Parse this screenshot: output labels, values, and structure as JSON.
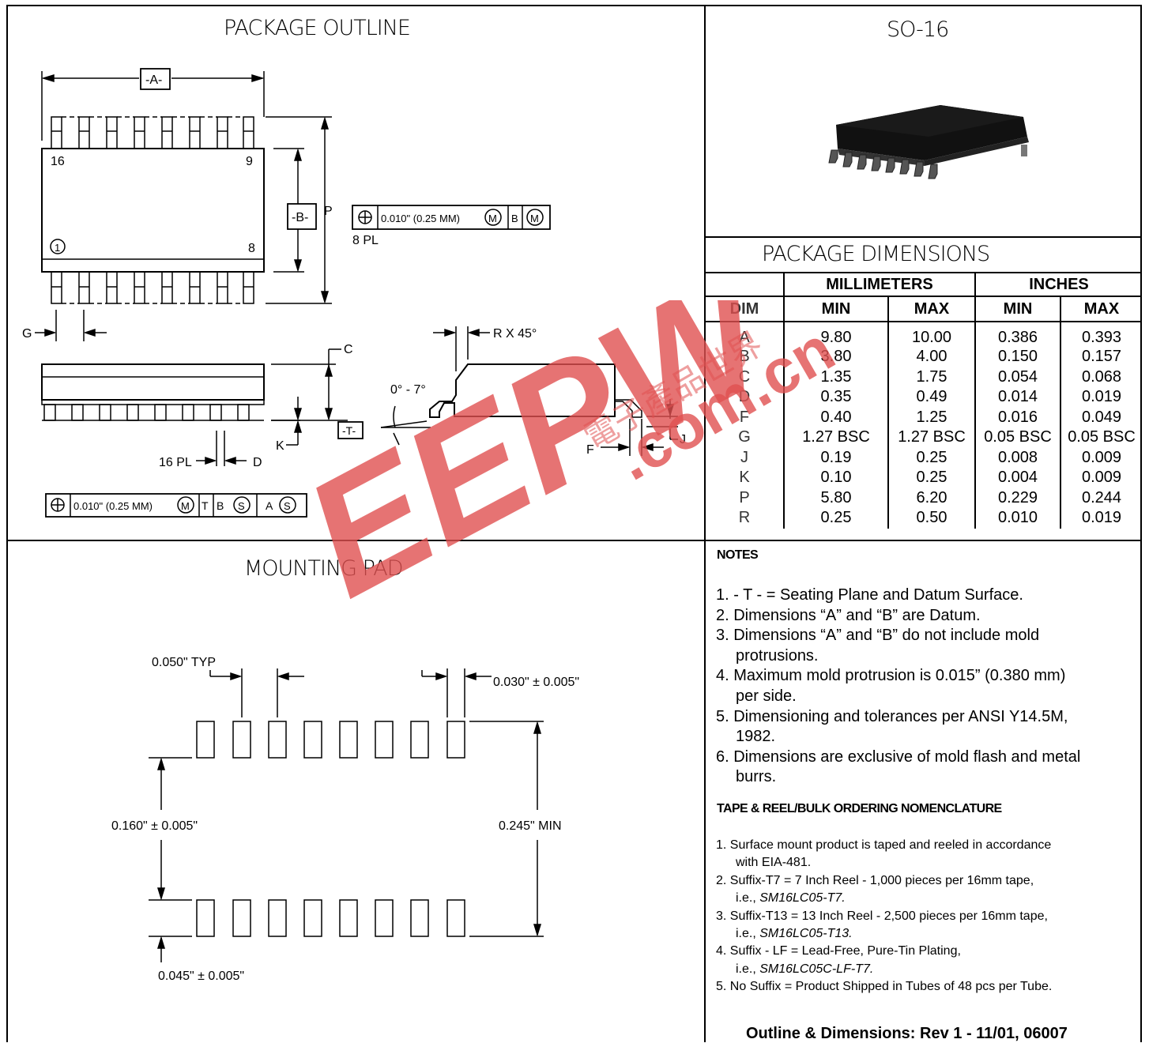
{
  "sections": {
    "package_outline": "PACKAGE OUTLINE",
    "package_name": "SO-16",
    "package_dimensions": "PACKAGE DIMENSIONS",
    "mounting_pad": "MOUNTING PAD"
  },
  "outline_labels": {
    "datum_a": "-A-",
    "datum_b": "-B-",
    "datum_t": "-T-",
    "pin16": "16",
    "pin9": "9",
    "pin1": "1",
    "pin8": "8",
    "p": "P",
    "g": "G",
    "c": "C",
    "k": "K",
    "d": "D",
    "f": "F",
    "j": "J",
    "pl16": "16 PL",
    "pl8": "8 PL",
    "rx45": "R X 45°",
    "angle": "0° - 7°",
    "tol_value": "0.010\" (0.25 MM)",
    "fc_m": "M",
    "fc_b": "B",
    "fc_t": "T",
    "fc_s": "S",
    "fc_a": "A"
  },
  "dim_table": {
    "header_dim": "DIM",
    "header_mm": "MILLIMETERS",
    "header_in": "INCHES",
    "min": "MIN",
    "max": "MAX",
    "rows": [
      [
        "A",
        "9.80",
        "10.00",
        "0.386",
        "0.393"
      ],
      [
        "B",
        "3.80",
        "4.00",
        "0.150",
        "0.157"
      ],
      [
        "C",
        "1.35",
        "1.75",
        "0.054",
        "0.068"
      ],
      [
        "D",
        "0.35",
        "0.49",
        "0.014",
        "0.019"
      ],
      [
        "F",
        "0.40",
        "1.25",
        "0.016",
        "0.049"
      ],
      [
        "G",
        "1.27 BSC",
        "1.27 BSC",
        "0.05 BSC",
        "0.05 BSC"
      ],
      [
        "J",
        "0.19",
        "0.25",
        "0.008",
        "0.009"
      ],
      [
        "K",
        "0.10",
        "0.25",
        "0.004",
        "0.009"
      ],
      [
        "P",
        "5.80",
        "6.20",
        "0.229",
        "0.244"
      ],
      [
        "R",
        "0.25",
        "0.50",
        "0.010",
        "0.019"
      ]
    ]
  },
  "pad_labels": {
    "typ": "0.050\" TYP",
    "width": "0.030\" ± 0.005\"",
    "pitch_row": "0.160\" ± 0.005\"",
    "min": "0.245\" MIN",
    "height": "0.045\" ± 0.005\""
  },
  "notes": {
    "heading": "NOTES",
    "items": [
      "1. - T - = Seating Plane and Datum Surface.",
      "2. Dimensions “A” and “B” are Datum.",
      "3. Dimensions “A” and “B” do not include mold",
      "protrusions.",
      "4. Maximum mold protrusion is 0.015” (0.380 mm)",
      "per side.",
      "5. Dimensioning and tolerances per ANSI Y14.5M,",
      "1982.",
      "6. Dimensions are exclusive of mold flash and metal",
      "burrs."
    ]
  },
  "tape": {
    "heading": "TAPE & REEL/BULK ORDERING NOMENCLATURE",
    "l1": "1. Surface mount product is taped and reeled in accordance",
    "l1b": "with EIA-481.",
    "l2": "2. Suffix-T7 = 7 Inch Reel - 1,000 pieces per 16mm tape,",
    "l2_pre": "i.e., ",
    "l2_part": "SM16LC05-T7.",
    "l3": "3. Suffix-T13 = 13 Inch Reel - 2,500 pieces per 16mm tape,",
    "l3_pre": "i.e., ",
    "l3_part": "SM16LC05-T13.",
    "l4": "4. Suffix - LF = Lead-Free, Pure-Tin Plating,",
    "l4_pre": "i.e., ",
    "l4_part": "SM16LC05C-LF-T7.",
    "l5": "5. No Suffix  = Product Shipped in Tubes of 48 pcs per Tube."
  },
  "footer": "Outline & Dimensions: Rev 1 - 11/01, 06007",
  "watermark": {
    "logo": "EEPW",
    "domain": ".com.cn",
    "cn": "電子產品世界",
    "color": "#e05050"
  }
}
